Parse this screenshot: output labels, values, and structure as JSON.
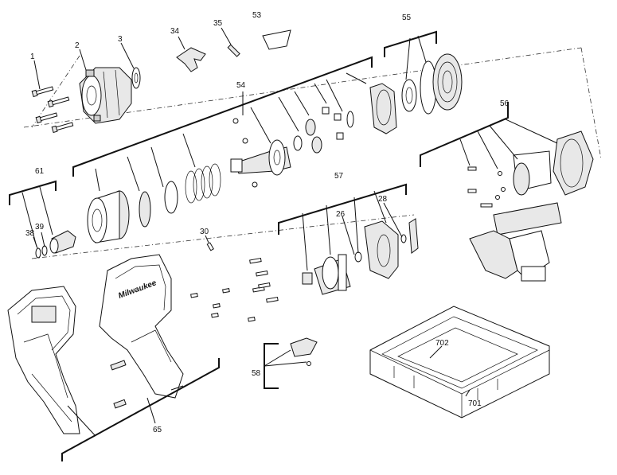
{
  "callouts": {
    "c1": "1",
    "c2": "2",
    "c3": "3",
    "c34": "34",
    "c35": "35",
    "c53": "53",
    "c54": "54",
    "c55": "55",
    "c56": "56",
    "c61": "61",
    "c38": "38",
    "c39": "39",
    "c57": "57",
    "c26": "26",
    "c28": "28",
    "c30": "30",
    "c58": "58",
    "c65": "65",
    "c702": "702",
    "c701": "701"
  },
  "logo_text": "Milwaukee"
}
